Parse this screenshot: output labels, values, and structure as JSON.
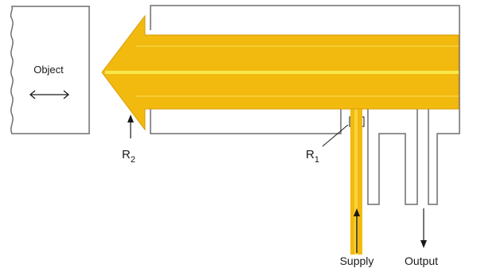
{
  "colors": {
    "jet": "#f2b90f",
    "jet_highlight": "#f7e84a",
    "jet_edge": "#d99a08",
    "outline": "#6e6e6e",
    "text": "#1a1a1a"
  },
  "labels": {
    "object": "Object",
    "r2_main": "R",
    "r2_sub": "2",
    "r1_main": "R",
    "r1_sub": "1",
    "supply": "Supply",
    "output": "Output"
  },
  "icons": {
    "object_motion": "double-headed-arrow-icon",
    "supply_flow": "arrow-up-icon",
    "output_flow": "arrow-down-icon",
    "r2_pointer": "arrow-up-icon"
  }
}
